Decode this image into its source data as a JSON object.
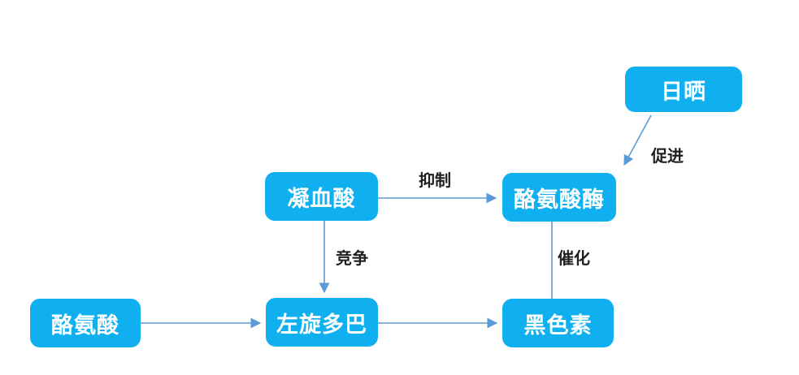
{
  "diagram": {
    "description": "melanin-formation-pathway-flowchart",
    "colors": {
      "node_fill": "#10b0f0",
      "node_text": "#ffffff",
      "arrow": "#5b9bd5",
      "label_text": "#1f1f1f",
      "background": "#ffffff"
    },
    "nodes": {
      "sun": {
        "label": "日晒"
      },
      "tranexamic_acid": {
        "label": "凝血酸"
      },
      "tyrosinase": {
        "label": "酪氨酸酶"
      },
      "tyrosine": {
        "label": "酪氨酸"
      },
      "levodopa": {
        "label": "左旋多巴"
      },
      "melanin": {
        "label": "黑色素"
      }
    },
    "edges": [
      {
        "from": "日晒",
        "to": "酪氨酸酶",
        "label": "促进",
        "arrowhead": true
      },
      {
        "from": "凝血酸",
        "to": "酪氨酸酶",
        "label": "抑制",
        "arrowhead": true
      },
      {
        "from": "凝血酸",
        "to": "左旋多巴",
        "label": "竞争",
        "arrowhead": true
      },
      {
        "from": "酪氨酸酶",
        "to": "黑色素",
        "label": "催化",
        "arrowhead": false
      },
      {
        "from": "酪氨酸",
        "to": "左旋多巴",
        "label": "",
        "arrowhead": true
      },
      {
        "from": "左旋多巴",
        "to": "黑色素",
        "label": "",
        "arrowhead": true
      }
    ]
  }
}
